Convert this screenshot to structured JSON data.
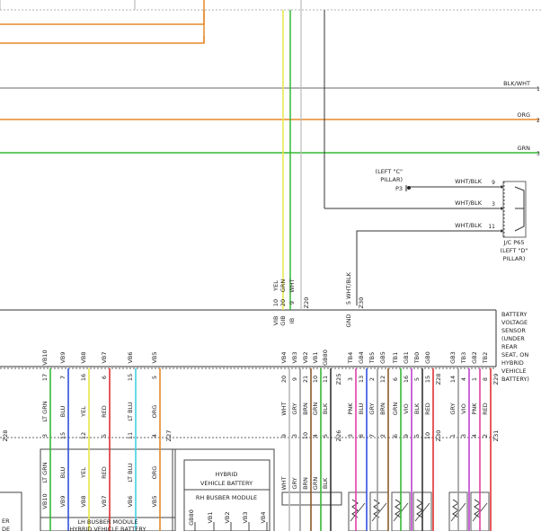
{
  "colors": {
    "orange": "#e58a2a",
    "gray": "#9a9a9a",
    "green": "#35b835",
    "yellow": "#e8e84a",
    "dark": "#333333",
    "red": "#e03030",
    "blue": "#3050e0",
    "pink": "#e040a8",
    "cyan": "#40d0e8",
    "light": "#bbbbbb",
    "brown": "#8a5a2a",
    "violet": "#c040d0"
  },
  "horizontal_wires": [
    {
      "label": "BLK/WHT",
      "pin": "1",
      "color": "gray"
    },
    {
      "label": "ORG",
      "pin": "2",
      "color": "orange"
    },
    {
      "label": "GRN",
      "pin": "3",
      "color": "green"
    }
  ],
  "splices": {
    "pillar_top": "(LEFT \"C\"",
    "pillar_mid": "PILLAR)",
    "p3": "P3",
    "rows": [
      {
        "label": "WHT/BLK",
        "pin": "9"
      },
      {
        "label": "WHT/BLK",
        "pin": "3"
      },
      {
        "label": "WHT/BLK",
        "pin": "11"
      }
    ],
    "jc_name": "J/C P65",
    "jc_loc1": "(LEFT \"D\"",
    "jc_loc2": "PILLAR)"
  },
  "sensor": {
    "title": [
      "BATTERY",
      "VOLTAGE",
      "SENSOR"
    ],
    "location": [
      "(UNDER",
      "REAR",
      "SEAT, ON",
      "HYBRID",
      "VEHICLE",
      "BATTERY)"
    ]
  },
  "upper_connector": [
    {
      "num": "10",
      "color": "YEL",
      "pin": "VIB",
      "wire": "yellow"
    },
    {
      "num": "20",
      "color": "GRN",
      "pin": "GIB",
      "wire": "green"
    },
    {
      "num": "9",
      "color": "WHT",
      "pin": "IB",
      "wire": "light"
    },
    {
      "num": "Z20",
      "color": "",
      "pin": "",
      "wire": ""
    },
    {
      "num": "5",
      "color": "WHT/BLK",
      "pin": "GND",
      "wire": "dark"
    },
    {
      "num": "Z30",
      "color": "",
      "pin": "",
      "wire": ""
    }
  ],
  "left_group": [
    {
      "num": "17",
      "lbl": "LT GRN",
      "pin": "VB10",
      "low": "3",
      "wire": "green"
    },
    {
      "num": "7",
      "lbl": "BLU",
      "pin": "VB9",
      "low": "15",
      "wire": "blue"
    },
    {
      "num": "16",
      "lbl": "YEL",
      "pin": "VB8",
      "low": "12",
      "wire": "yellow"
    },
    {
      "num": "6",
      "lbl": "RED",
      "pin": "VB7",
      "low": "5",
      "wire": "red"
    },
    {
      "num": "15",
      "lbl": "LT BLU",
      "pin": "VB6",
      "low": "11",
      "wire": "cyan"
    },
    {
      "num": "5",
      "lbl": "ORG",
      "pin": "VB5",
      "low": "4",
      "wire": "orange"
    }
  ],
  "left_conn_id": "Z27",
  "left_low_id": "Z28",
  "right_group": [
    {
      "num": "20",
      "lbl": "WHT",
      "pin": "VB4",
      "low": "9",
      "wire": "light"
    },
    {
      "num": "9",
      "lbl": "GRY",
      "pin": "VB3",
      "low": "3",
      "wire": "gray"
    },
    {
      "num": "21",
      "lbl": "BRN",
      "pin": "VB2",
      "low": "10",
      "wire": "brown"
    },
    {
      "num": "10",
      "lbl": "GRN",
      "pin": "VB1",
      "low": "4",
      "wire": "green"
    },
    {
      "num": "11",
      "lbl": "BLK",
      "pin": "GB80",
      "low": "5",
      "wire": "dark"
    },
    {
      "num": "Z25",
      "lbl": "",
      "pin": "",
      "low": "Z26",
      "wire": ""
    },
    {
      "num": "3",
      "lbl": "PNK",
      "pin": "TB4",
      "low": "3",
      "wire": "pink"
    },
    {
      "num": "13",
      "lbl": "BLU",
      "pin": "GB4",
      "low": "8",
      "wire": "blue"
    },
    {
      "num": "2",
      "lbl": "GRY",
      "pin": "TB5",
      "low": "7",
      "wire": "gray"
    },
    {
      "num": "12",
      "lbl": "BRN",
      "pin": "GB5",
      "low": "2",
      "wire": "brown"
    },
    {
      "num": "6",
      "lbl": "GRN",
      "pin": "TB1",
      "low": "6",
      "wire": "green"
    },
    {
      "num": "16",
      "lbl": "VIO",
      "pin": "GB1",
      "low": "9",
      "wire": "violet"
    },
    {
      "num": "5",
      "lbl": "BLK",
      "pin": "TB0",
      "low": "5",
      "wire": "dark"
    },
    {
      "num": "15",
      "lbl": "RED",
      "pin": "GB0",
      "low": "10",
      "wire": "red"
    },
    {
      "num": "Z28",
      "lbl": "",
      "pin": "",
      "low": "Z30",
      "wire": ""
    },
    {
      "num": "14",
      "lbl": "GRY",
      "pin": "GB3",
      "low": "1",
      "wire": "gray"
    },
    {
      "num": "4",
      "lbl": "VIO",
      "pin": "TB3",
      "low": "3",
      "wire": "violet"
    },
    {
      "num": "1",
      "lbl": "PNK",
      "pin": "GB2",
      "low": "4",
      "wire": "pink"
    },
    {
      "num": "8",
      "lbl": "RED",
      "pin": "TB2",
      "low": "2",
      "wire": "red"
    },
    {
      "num": "Z29",
      "lbl": "",
      "pin": "",
      "low": "Z31",
      "wire": ""
    }
  ],
  "left_module": {
    "pins": [
      "VB10",
      "VB9",
      "VB8",
      "VB7",
      "VB6",
      "VB5"
    ],
    "labels": [
      "LT GRN",
      "BLU",
      "YEL",
      "RED",
      "LT BLU",
      "ORG"
    ],
    "title": "LH BUSBER MODULE",
    "subtitle": "HYBRID VEHICLE BATTERY"
  },
  "left_edge_module": [
    "ER",
    "DE"
  ],
  "right_module": {
    "label_top": "HYBRID",
    "label_mid": "VEHICLE BATTERY",
    "title": "RH BUSBER MODULE",
    "pins": [
      "GB80",
      "VB1",
      "VB2",
      "VB3",
      "VB4"
    ]
  },
  "right_lower_labels": [
    "WHT",
    "GRY",
    "BRN",
    "GRN",
    "BLK"
  ]
}
